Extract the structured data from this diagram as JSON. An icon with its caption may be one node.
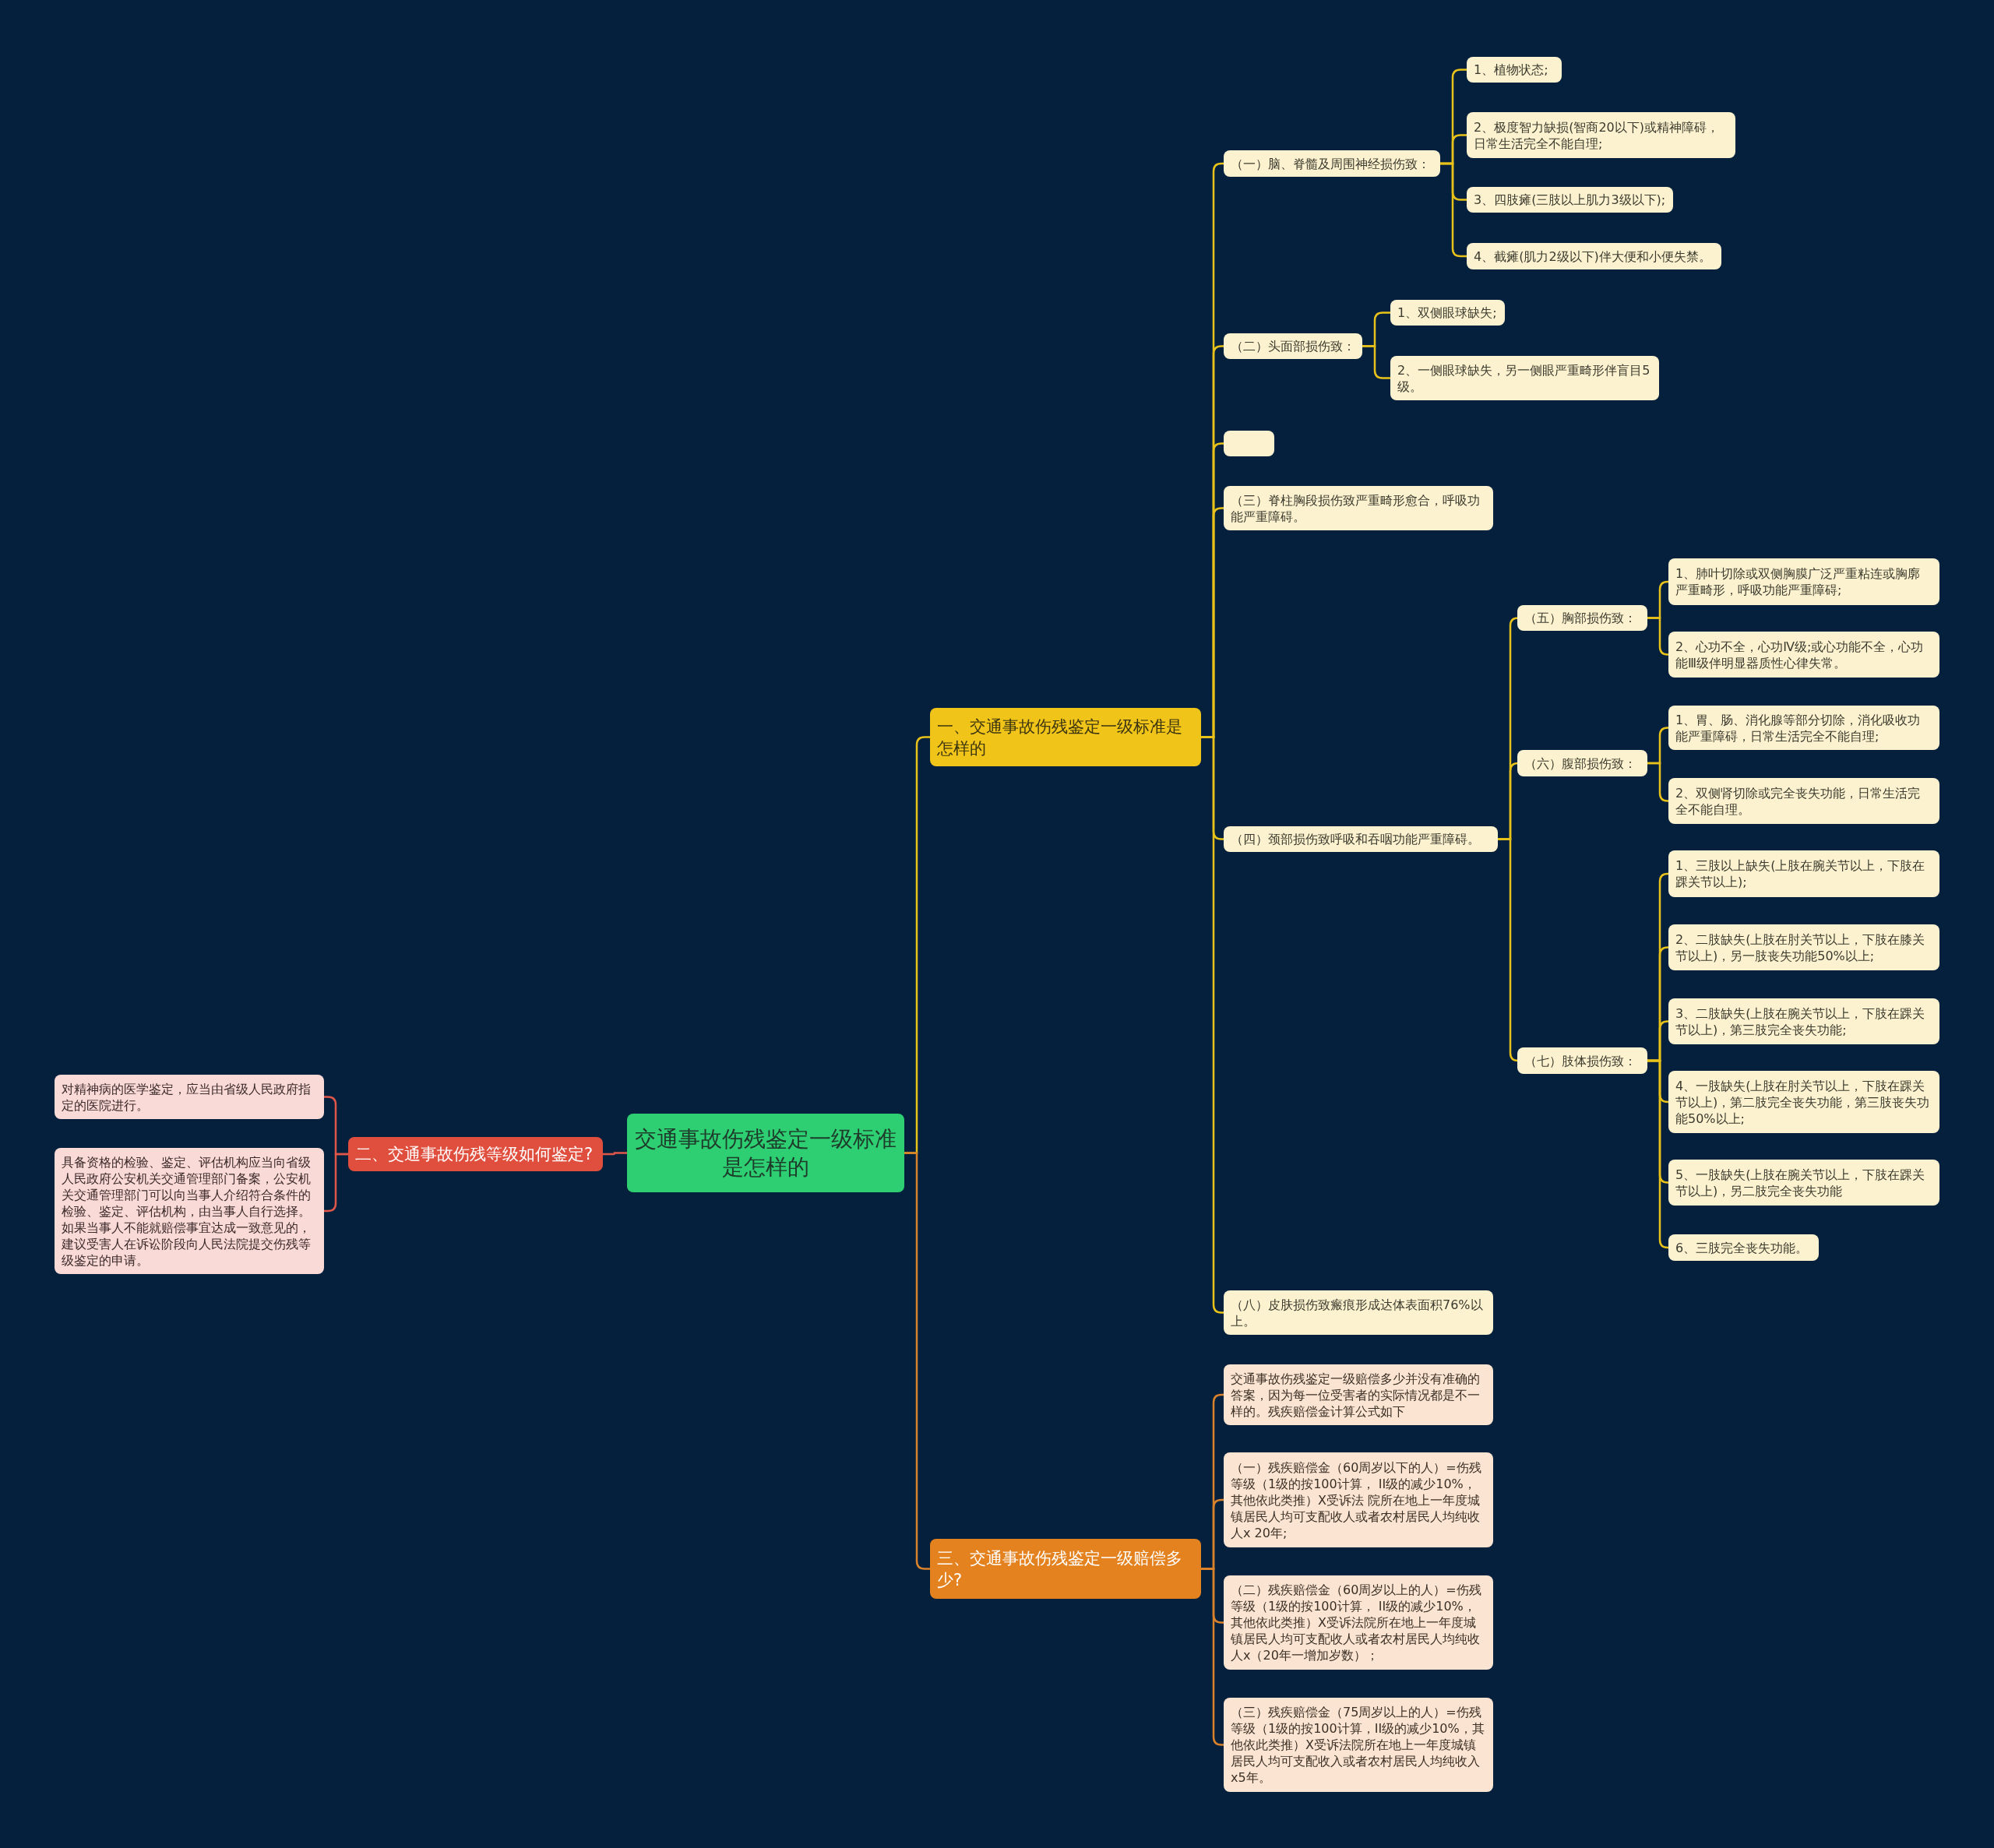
{
  "diagram": {
    "nodes": [
      {
        "text": [
          "交通事故伤残鉴定一级标准是怎样的"
        ]
      },
      {
        "text": [
          "一、交通事故伤残鉴定一级标准是怎样的"
        ]
      },
      {
        "text": [
          "（一）脑、脊髓及周围神经损伤致："
        ]
      },
      {
        "text": [
          "1、植物状态;"
        ]
      },
      {
        "text": [
          "2、极度智力缺损(智商20以下)或精神障碍，日常生活完全不能自理;"
        ]
      },
      {
        "text": [
          "3、四肢瘫(三肢以上肌力3级以下);"
        ]
      },
      {
        "text": [
          "4、截瘫(肌力2级以下)伴大便和小便失禁。"
        ]
      },
      {
        "text": [
          "（二）头面部损伤致："
        ]
      },
      {
        "text": [
          "1、双侧眼球缺失;"
        ]
      },
      {
        "text": [
          "2、一侧眼球缺失，另一侧眼严重畸形伴盲目5级。"
        ]
      },
      {
        "text": [],
        "shape": "box"
      },
      {
        "text": [
          "（三）脊柱胸段损伤致严重畸形愈合，呼吸功能严重障碍。"
        ]
      },
      {
        "text": [
          "（四）颈部损伤致呼吸和吞咽功能严重障碍。"
        ]
      },
      {
        "text": [
          "（五）胸部损伤致："
        ]
      },
      {
        "text": [
          "1、肺叶切除或双侧胸膜广泛严重粘连或胸廓严重畸形，呼吸功能严重障碍;"
        ]
      },
      {
        "text": [
          "2、心功不全，心功Ⅳ级;或心功能不全，心功能Ⅲ级伴明显器质性心律失常。"
        ]
      },
      {
        "text": [
          "（六）腹部损伤致："
        ]
      },
      {
        "text": [
          "1、胃、肠、消化腺等部分切除，消化吸收功能严重障碍，日常生活完全不能自理;"
        ]
      },
      {
        "text": [
          "2、双侧肾切除或完全丧失功能，日常生活完全不能自理。"
        ]
      },
      {
        "text": [
          "（七）肢体损伤致："
        ]
      },
      {
        "text": [
          "1、三肢以上缺失(上肢在腕关节以上，下肢在踝关节以上);"
        ]
      },
      {
        "text": [
          "2、二肢缺失(上肢在肘关节以上，下肢在膝关节以上)，另一肢丧失功能50%以上;"
        ]
      },
      {
        "text": [
          "3、二肢缺失(上肢在腕关节以上，下肢在踝关节以上)，第三肢完全丧失功能;"
        ]
      },
      {
        "text": [
          "4、一肢缺失(上肢在肘关节以上，下肢在踝关节以上)，第二肢完全丧失功能，第三肢丧失功能50%以上;"
        ]
      },
      {
        "text": [
          "5、一肢缺失(上肢在腕关节以上，下肢在踝关节以上)，另二肢完全丧失功能"
        ]
      },
      {
        "text": [
          "6、三肢完全丧失功能。"
        ]
      },
      {
        "text": [
          "（八）皮肤损伤致瘢痕形成达体表面积76%以上。"
        ]
      },
      {
        "text": [
          "二、交通事故伤残等级如何鉴定?"
        ]
      },
      {
        "text": [
          "对精神病的医学鉴定，应当由省级人民政府指定的医院进行。"
        ]
      },
      {
        "text": [
          "具备资格的检验、鉴定、评估机构应当向省级人民政府公安机关交通管理部门备案，公安机关交通管理部门可以向当事人介绍符合条件的检验、鉴定、评估机构，由当事人自行选择。如果当事人不能就赔偿事宜达成一致意见的，建议受害人在诉讼阶段向人民法院提交伤残等级鉴定的申请。"
        ]
      },
      {
        "text": [
          "三、交通事故伤残鉴定一级赔偿多少?"
        ]
      },
      {
        "text": [
          "交通事故伤残鉴定一级赔偿多少并没有准确的答案，因为每一位受害者的实际情况都是不一样的。残疾赔偿金计算公式如下"
        ]
      },
      {
        "text": [
          "（一）残疾赔偿金（60周岁以下的人）=伤残等级（1级的按100计算， II级的减少10%，其他依此类推）X受诉法 院所在地上一年度城镇居民人均可支配收人或者农村居民人均纯收人x 20年;"
        ]
      },
      {
        "text": [
          "（二）残疾赔偿金（60周岁以上的人）=伤残等级（1级的按100计算， II级的减少10%，其他依此类推）X受诉法院所在地上一年度城镇居民人均可支配收人或者农村居民人均纯收人x（20年一增加岁数）；"
        ]
      },
      {
        "text": [
          "（三）残疾赔偿金（75周岁以上的人）=伤残等级（1级的按100计算，II级的减少10%，其他依此类推）X受诉法院所在地上一年度城镇居民人均可支配收入或者农村居民人均纯收入x5年。"
        ]
      }
    ],
    "edges": [
      {
        "from": 0,
        "to": 1,
        "arrow": "none"
      },
      {
        "from": 1,
        "to": 2,
        "arrow": "none"
      },
      {
        "from": 2,
        "to": 3,
        "arrow": "none"
      },
      {
        "from": 2,
        "to": 4,
        "arrow": "none"
      },
      {
        "from": 2,
        "to": 5,
        "arrow": "none"
      },
      {
        "from": 2,
        "to": 6,
        "arrow": "none"
      },
      {
        "from": 1,
        "to": 7,
        "arrow": "none"
      },
      {
        "from": 7,
        "to": 8,
        "arrow": "none"
      },
      {
        "from": 7,
        "to": 9,
        "arrow": "none"
      },
      {
        "from": 1,
        "to": 10,
        "arrow": "none"
      },
      {
        "from": 1,
        "to": 11,
        "arrow": "none"
      },
      {
        "from": 1,
        "to": 12,
        "arrow": "none"
      },
      {
        "from": 12,
        "to": 13,
        "arrow": "none"
      },
      {
        "from": 13,
        "to": 14,
        "arrow": "none"
      },
      {
        "from": 13,
        "to": 15,
        "arrow": "none"
      },
      {
        "from": 12,
        "to": 16,
        "arrow": "none"
      },
      {
        "from": 16,
        "to": 17,
        "arrow": "none"
      },
      {
        "from": 16,
        "to": 18,
        "arrow": "none"
      },
      {
        "from": 12,
        "to": 19,
        "arrow": "none"
      },
      {
        "from": 19,
        "to": 20,
        "arrow": "none"
      },
      {
        "from": 19,
        "to": 21,
        "arrow": "none"
      },
      {
        "from": 19,
        "to": 22,
        "arrow": "none"
      },
      {
        "from": 19,
        "to": 23,
        "arrow": "none"
      },
      {
        "from": 19,
        "to": 24,
        "arrow": "none"
      },
      {
        "from": 19,
        "to": 25,
        "arrow": "none"
      },
      {
        "from": 1,
        "to": 26,
        "arrow": "none"
      },
      {
        "from": 0,
        "to": 27,
        "arrow": "none",
        "color": "#e0574a"
      },
      {
        "from": 27,
        "to": 28,
        "arrow": "none",
        "color": "#e0574a"
      },
      {
        "from": 27,
        "to": 29,
        "arrow": "none",
        "color": "#e0574a"
      },
      {
        "from": 0,
        "to": 30,
        "arrow": "none",
        "color": "#d9822b"
      },
      {
        "from": 30,
        "to": 31,
        "arrow": "none",
        "color": "#d9822b"
      },
      {
        "from": 30,
        "to": 32,
        "arrow": "none",
        "color": "#d9822b"
      },
      {
        "from": 30,
        "to": 33,
        "arrow": "none",
        "color": "#d9822b"
      },
      {
        "from": 30,
        "to": 34,
        "arrow": "none",
        "color": "#d9822b"
      }
    ]
  }
}
